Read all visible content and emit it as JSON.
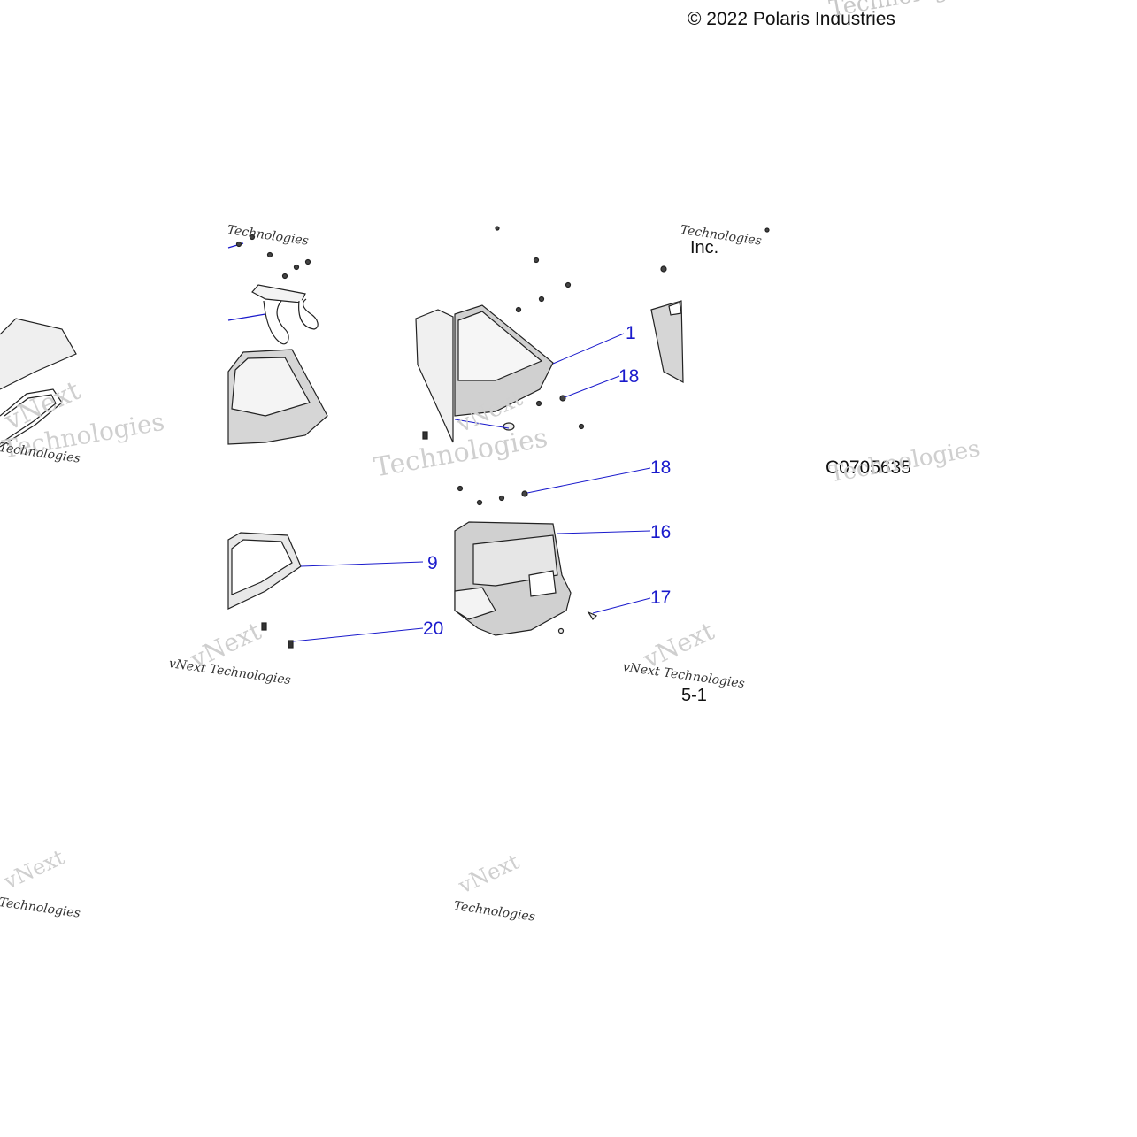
{
  "copyright": "© 2022 Polaris Industries",
  "copyright_fragment": "Inc.",
  "figure_code": "C0705635",
  "page_fragment": "5-1",
  "watermark": {
    "brand": "vNext",
    "tagline": "Technologies",
    "full": "vNext Technologies"
  },
  "callouts": [
    {
      "id": "1",
      "label": "1"
    },
    {
      "id": "18a",
      "label": "18"
    },
    {
      "id": "18b",
      "label": "18"
    },
    {
      "id": "16",
      "label": "16"
    },
    {
      "id": "9",
      "label": "9"
    },
    {
      "id": "17",
      "label": "17"
    },
    {
      "id": "20",
      "label": "20"
    }
  ],
  "colors": {
    "callout": "#1a1acc",
    "line": "#1a1acc",
    "part_fill": "#d6d6d6",
    "part_stroke": "#222222",
    "watermark": "#cfcfcf"
  }
}
